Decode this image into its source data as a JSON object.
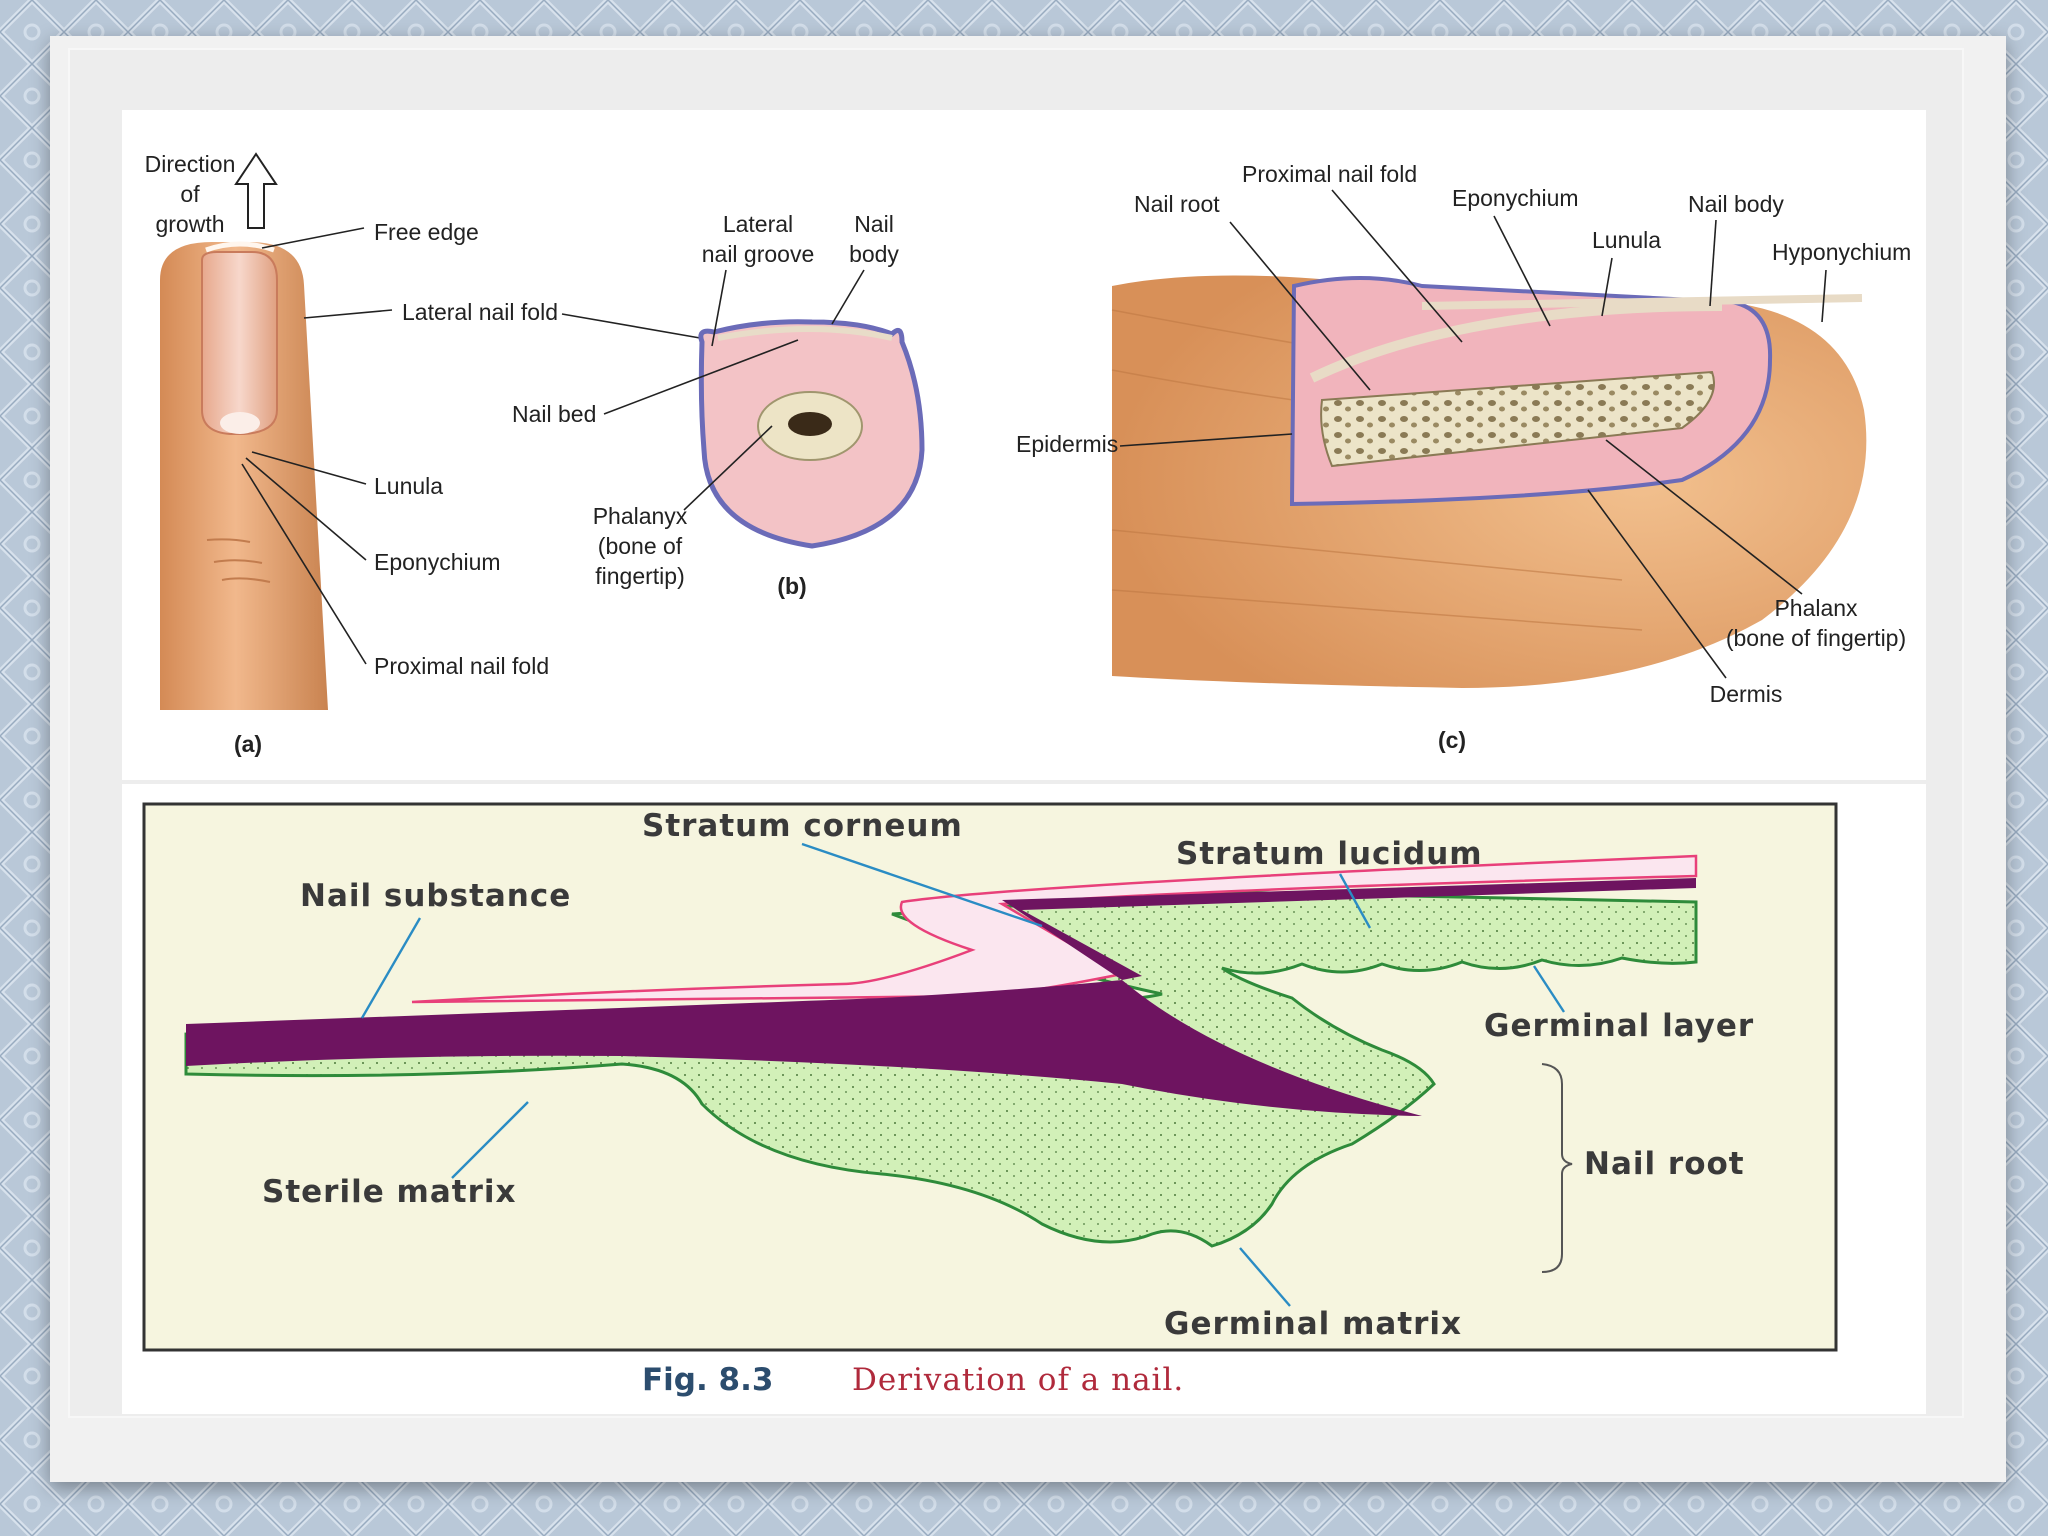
{
  "figure": {
    "panel_a": {
      "tag": "(a)",
      "labels": {
        "direction_line1": "Direction",
        "direction_line2": "of",
        "direction_line3": "growth",
        "free_edge": "Free edge",
        "lateral_nail_fold": "Lateral nail fold",
        "lunula": "Lunula",
        "eponychium": "Eponychium",
        "proximal_nail_fold": "Proximal nail fold"
      }
    },
    "panel_b": {
      "tag": "(b)",
      "labels": {
        "lateral_line1": "Lateral",
        "lateral_line2": "nail groove",
        "nail_line1": "Nail",
        "nail_line2": "body",
        "nail_bed": "Nail bed",
        "phalanyx_line1": "Phalanyx",
        "phalanyx_line2": "(bone of",
        "phalanyx_line3": "fingertip)"
      }
    },
    "panel_c": {
      "tag": "(c)",
      "labels": {
        "proximal_nail_fold": "Proximal nail fold",
        "nail_root": "Nail root",
        "eponychium": "Eponychium",
        "lunula": "Lunula",
        "nail_body": "Nail body",
        "hyponychium": "Hyponychium",
        "epidermis": "Epidermis",
        "phalanx_line1": "Phalanx",
        "phalanx_line2": "(bone of fingertip)",
        "dermis": "Dermis"
      }
    },
    "section_diagram": {
      "labels": {
        "stratum_corneum": "Stratum corneum",
        "stratum_lucidum": "Stratum lucidum",
        "nail_substance": "Nail substance",
        "germinal_layer": "Germinal layer",
        "nail_root": "Nail root",
        "sterile_matrix": "Sterile matrix",
        "germinal_matrix": "Germinal matrix"
      }
    },
    "caption": {
      "number": "Fig. 8.3",
      "text": "Derivation of a nail."
    }
  },
  "colors": {
    "skin": "#e8a878",
    "dermis_pink": "#f4c3c8",
    "bone": "#e9e2c6",
    "nail_purple": "#6e1460",
    "matrix_green": "#cfefb5",
    "matrix_outline": "#2e8b3a",
    "leader_blue": "#2a8cc4",
    "caption_red": "#b02a3c",
    "caption_blue": "#2c4d6e"
  }
}
